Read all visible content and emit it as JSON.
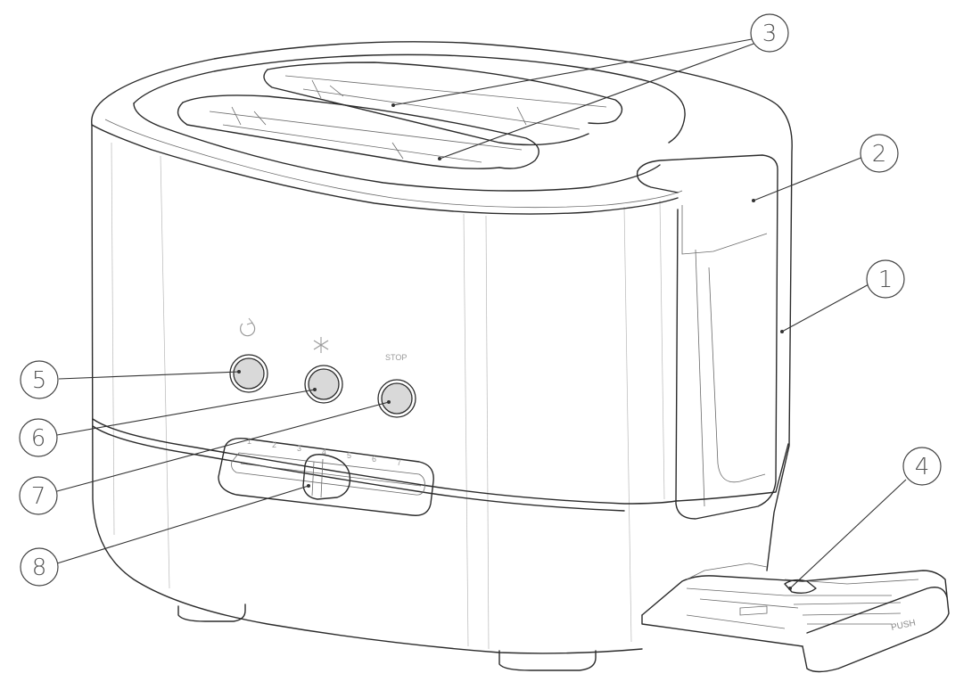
{
  "callouts": [
    "1",
    "2",
    "3",
    "4",
    "5",
    "6",
    "7",
    "8"
  ],
  "button_icons": {
    "reheat": "reheat-icon",
    "defrost": "defrost-icon"
  },
  "stop_label": "STOP",
  "browning_scale": [
    "1",
    "2",
    "3",
    "4",
    "5",
    "6",
    "7"
  ],
  "tray_label": "PUSH"
}
